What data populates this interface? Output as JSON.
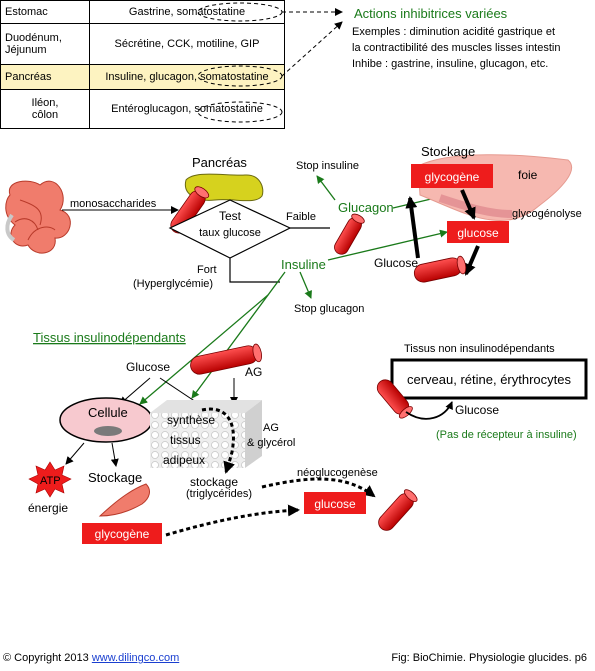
{
  "table": {
    "rows": [
      {
        "organ": "Estomac",
        "hormones": "Gastrine, somatostatine",
        "highlight": false
      },
      {
        "organ": "Duodénum,\nJéjunum",
        "hormones": "Sécrétine, CCK, motiline, GIP",
        "highlight": false
      },
      {
        "organ": "Pancréas",
        "hormones": "Insuline, glucagon, somatostatine",
        "highlight": true
      },
      {
        "organ": "Iléon,\ncôlon",
        "hormones": "Entéroglucagon, somatostatine",
        "highlight": false
      }
    ]
  },
  "inhibition": {
    "title": "Actions inhibitrices variées",
    "lines": [
      "Exemples : diminution acidité gastrique et",
      "la contractibilité des muscles lisses intestin",
      "Inhibe : gastrine, insuline, glucagon, etc."
    ]
  },
  "labels": {
    "pancreas": "Pancréas",
    "monosaccharides": "monosaccharides",
    "test_line1": "Test",
    "test_line2": "taux glucose",
    "faible": "Faible",
    "fort": "Fort",
    "hyperglycemie": "(Hyperglycémie)",
    "stop_insuline": "Stop insuline",
    "glucagon": "Glucagon",
    "insuline": "Insuline",
    "stop_glucagon": "Stop glucagon",
    "stockage_top": "Stockage",
    "glycogene_top": "glycogène",
    "foie": "foie",
    "glycogenolyse": "glycogénolyse",
    "glucose_liver": "glucose",
    "glucose_between": "Glucose",
    "tissus_insulinodependants": "Tissus insulinodépendants",
    "glucose_tissus": "Glucose",
    "cellule": "Cellule",
    "ag": "AG",
    "synthese": "synthèse",
    "tissus": "tissus",
    "adipeux": "adipeux",
    "ag_glycerol_1": "AG",
    "ag_glycerol_2": "& glycérol",
    "atp": "ATP",
    "energie": "énergie",
    "stockage_muscle": "Stockage",
    "glycogene_muscle": "glycogène",
    "stockage_tg": "stockage",
    "triglycerides": "(triglycérides)",
    "neoglucogenese": "néoglucogenèse",
    "glucose_neo": "glucose",
    "tissus_non": "Tissus non insulinodépendants",
    "cerveau": "cerveau, rétine, érythrocytes",
    "glucose_brain": "Glucose",
    "pas_recepteur": "(Pas de récepteur à insuline)"
  },
  "footer": {
    "copyright": "© Copyright 2013",
    "link": "www.dilingco.com",
    "fig": "Fig: BioChimie. Physiologie glucides. p6"
  },
  "colors": {
    "red": "#ee1c1c",
    "green": "#1a7a1a",
    "highlight": "#fdf3c1",
    "pancreas_yellow": "#d6d21e",
    "liver_pink": "#f6b8b0",
    "cell_pink": "#f7c9cf"
  },
  "icons": [
    "intestine-icon",
    "pancreas-icon",
    "liver-icon",
    "blood-vessel-icon",
    "muscle-icon",
    "atp-star-icon",
    "adipose-cube-icon"
  ]
}
